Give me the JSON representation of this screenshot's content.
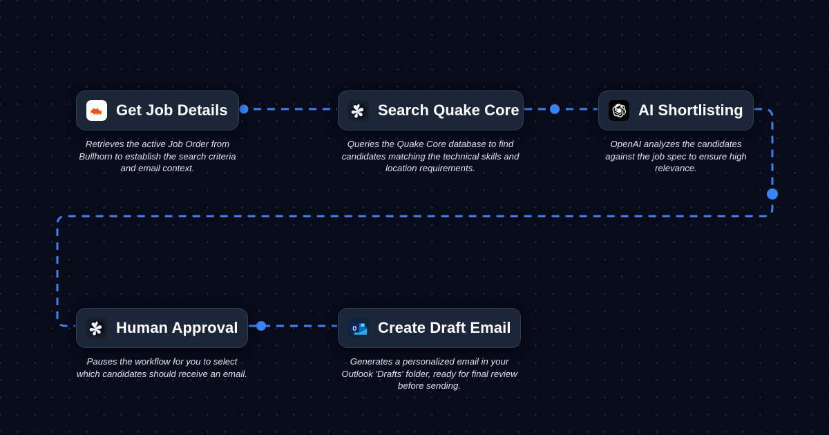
{
  "canvas": {
    "background_color": "#070b1a",
    "grid_dot_color": "#2b3450",
    "accent_color": "#3b82f6",
    "card_color": "#1b2738",
    "card_border_color": "#31405a"
  },
  "nodes": [
    {
      "id": "get-job-details",
      "title": "Get Job Details",
      "description": "Retrieves the active Job Order from Bullhorn to establish the search criteria and email context.",
      "icon": "bullhorn-icon"
    },
    {
      "id": "search-quake-core",
      "title": "Search Quake Core",
      "description": "Queries the Quake Core database to find candidates matching the technical skills and location requirements.",
      "icon": "quake-core-icon"
    },
    {
      "id": "ai-shortlisting",
      "title": "AI Shortlisting",
      "description": "OpenAI analyzes the candidates against the job spec to ensure high relevance.",
      "icon": "openai-icon"
    },
    {
      "id": "human-approval",
      "title": "Human Approval",
      "description": "Pauses the workflow for you to select which candidates should receive an email.",
      "icon": "quake-core-icon"
    },
    {
      "id": "create-draft-email",
      "title": "Create Draft Email",
      "description": "Generates a personalized email in your Outlook 'Drafts' folder, ready for final review before sending.",
      "icon": "outlook-icon"
    }
  ],
  "edges": [
    {
      "id": "edge-job-to-quake",
      "from": "get-job-details",
      "to": "search-quake-core",
      "style": "dashed",
      "has_flow_dot": true
    },
    {
      "id": "edge-quake-to-ai",
      "from": "search-quake-core",
      "to": "ai-shortlisting",
      "style": "dashed",
      "has_flow_dot": true
    },
    {
      "id": "edge-ai-to-approval",
      "from": "ai-shortlisting",
      "to": "human-approval",
      "style": "dashed",
      "has_flow_dot": true
    },
    {
      "id": "edge-approval-to-draft",
      "from": "human-approval",
      "to": "create-draft-email",
      "style": "dashed",
      "has_flow_dot": true
    }
  ]
}
